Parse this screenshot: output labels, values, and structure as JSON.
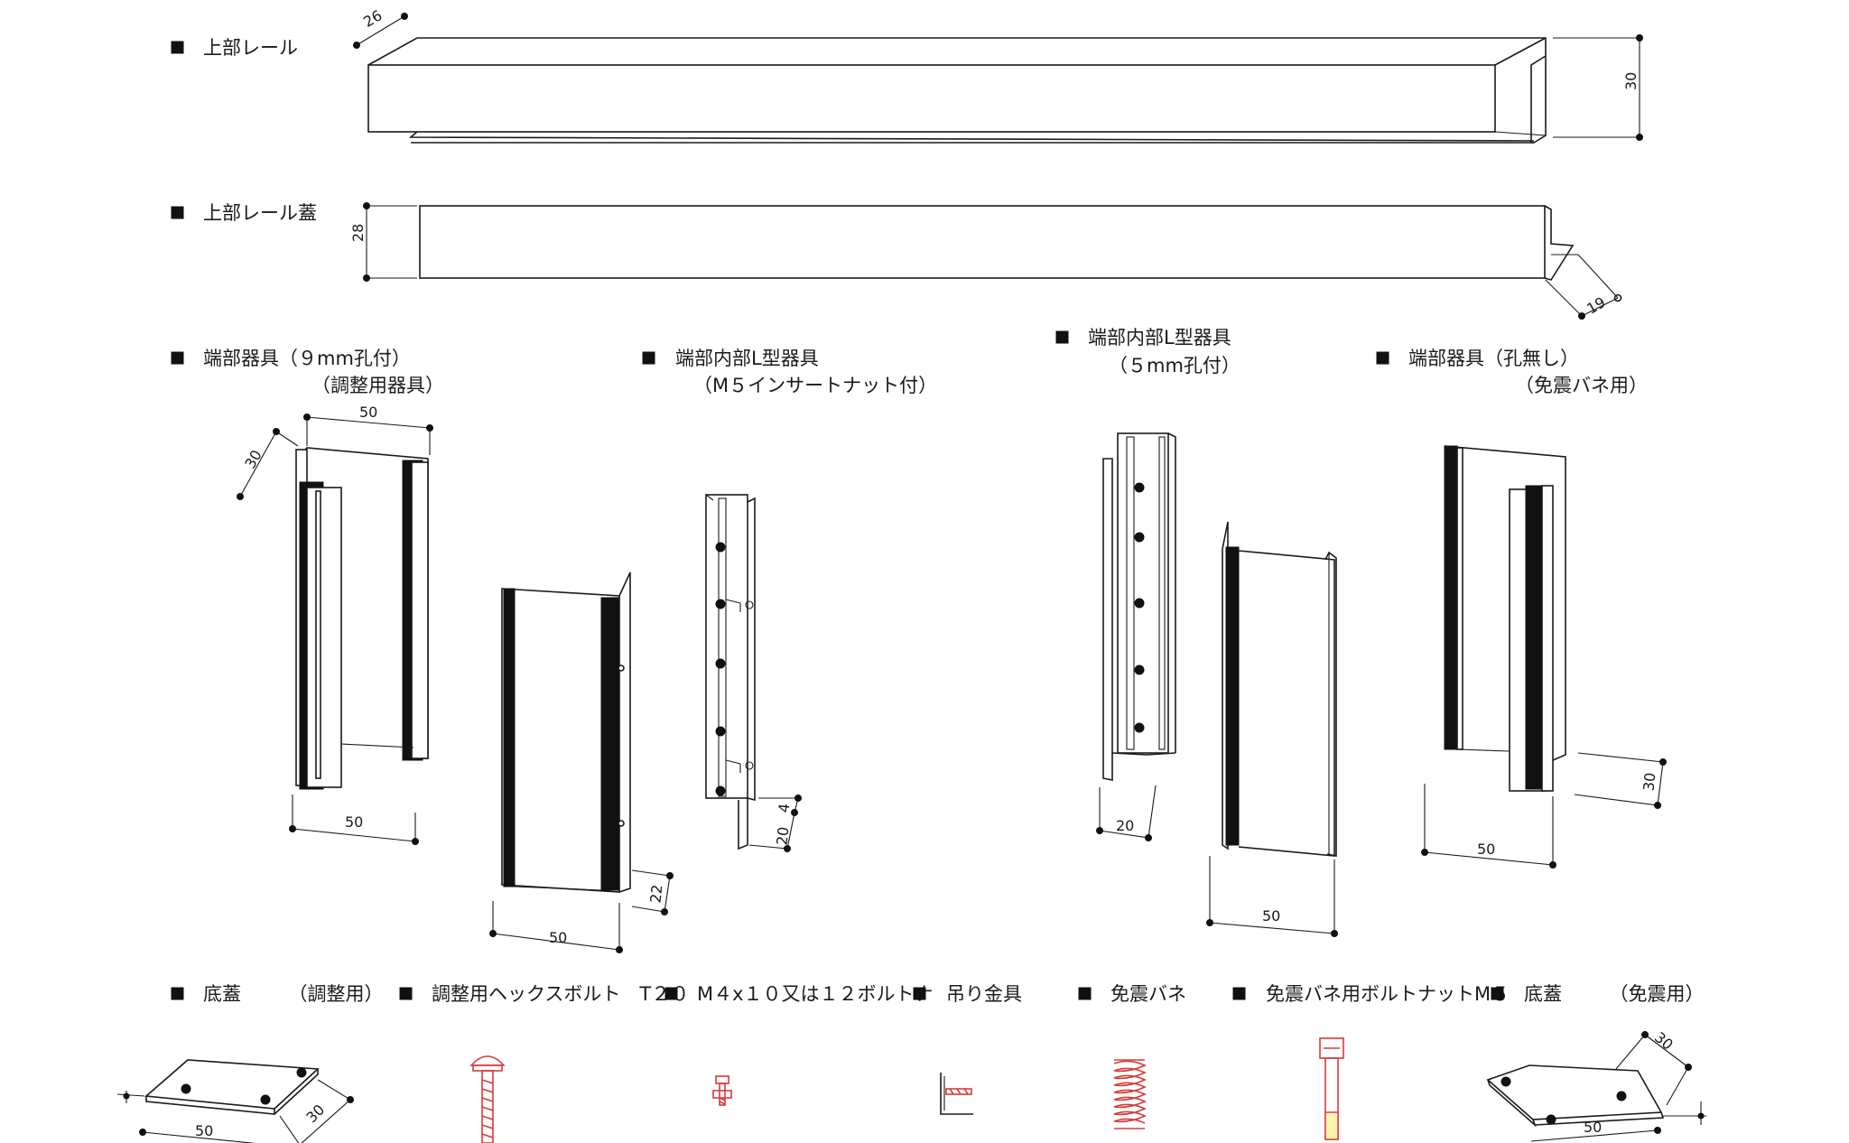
{
  "labels": {
    "top_rail": "上部レール",
    "top_rail_cover": "上部レール蓋",
    "end_fitting_9mm": "端部器具（９mm孔付）",
    "end_fitting_9mm_sub": "（調整用器具）",
    "inner_l_m5": "端部内部L型器具",
    "inner_l_m5_sub": "（M５インサートナット付）",
    "inner_l_5mm": "端部内部L型器具",
    "inner_l_5mm_sub": "（５mm孔付）",
    "end_fitting_nohole": "端部器具（孔無し）",
    "end_fitting_nohole_sub": "（免震バネ用）",
    "bottom_cover_adj": "底蓋　　　（調整用）",
    "hex_bolt": "調整用ヘックスボルト　T２０",
    "m4_bolt": "M４x１０又は１２ボルトナ",
    "hanger": "吊り金具",
    "spring": "免震バネ",
    "spring_bolt": "免震バネ用ボルトナットM５",
    "bottom_cover_seismic": "底蓋　　　（免震用）"
  },
  "dimensions": {
    "rail_depth": "26",
    "rail_height": "30",
    "cover_height": "28",
    "cover_lip": "19",
    "f1_width_top": "50",
    "f1_depth": "30",
    "f1_width_bottom": "50",
    "f2_width": "50",
    "f2_depth": "22",
    "f3_small": "4",
    "f3_tab": "20",
    "f4_width": "20",
    "f5_width": "50",
    "f6_width": "50",
    "f6_depth": "30",
    "plate1_width": "50",
    "plate1_depth": "30",
    "plate2_depth": "30",
    "plate2_width": "50"
  },
  "colors": {
    "line": "#1a1a1a",
    "accent": "#d63b3b",
    "accent_fill": "#f3c4c4"
  }
}
